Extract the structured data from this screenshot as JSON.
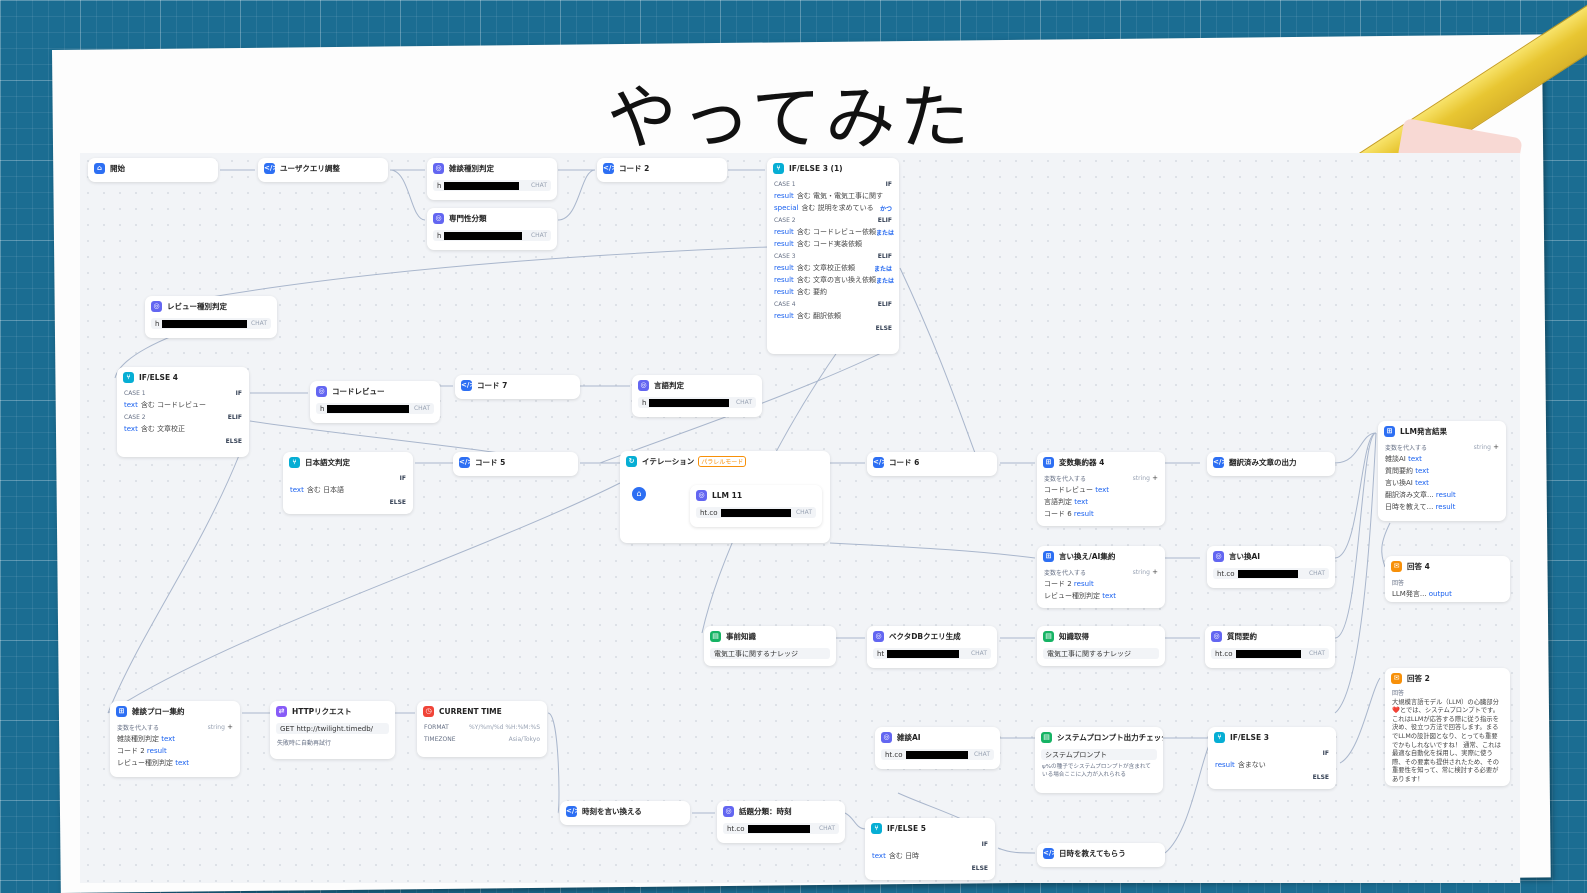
{
  "title": "やってみた",
  "redacted": "■",
  "nodes": {
    "start": {
      "label": "開始"
    },
    "userq": {
      "label": "ユーザクエリ調整"
    },
    "classify": {
      "label": "雑談種別判定",
      "prefix": "h",
      "tag": "CHAT"
    },
    "expert": {
      "label": "専門性分類",
      "prefix": "h",
      "tag": "CHAT"
    },
    "code2": {
      "label": "コード 2"
    },
    "ifelse31": {
      "label": "IF/ELSE 3 (1)",
      "case1": "CASE 1",
      "if": "IF",
      "r1": "result",
      "op": "含む",
      "r1v": "電気・電気工事に関す",
      "and": "かつ",
      "r2": "special",
      "r2v": "説明を求めている",
      "case2": "CASE 2",
      "elif": "ELIF",
      "r3v": "コードレビュー依頼",
      "or": "または",
      "r4v": "コード実装依頼",
      "case3": "CASE 3",
      "r5v": "文章校正依頼",
      "r6v": "文章の言い換え依頼",
      "r7v": "要約",
      "case4": "CASE 4",
      "r8v": "翻訳依頼",
      "else": "ELSE"
    },
    "review": {
      "label": "レビュー種別判定",
      "prefix": "h",
      "tag": "CHAT"
    },
    "ifelse4": {
      "label": "IF/ELSE 4",
      "case1": "CASE 1",
      "if": "IF",
      "v1": "text",
      "op": "含む",
      "c1": "コードレビュー",
      "case2": "CASE 2",
      "elif": "ELIF",
      "c2": "文章校正",
      "else": "ELSE"
    },
    "codereview": {
      "label": "コードレビュー",
      "prefix": "h",
      "tag": "CHAT"
    },
    "code7": {
      "label": "コード 7"
    },
    "lang": {
      "label": "言語判定",
      "prefix": "h",
      "tag": "CHAT"
    },
    "jpjudge": {
      "label": "日本語文判定",
      "if": "IF",
      "v": "text",
      "op": "含む",
      "c": "日本語",
      "else": "ELSE"
    },
    "code5": {
      "label": "コード 5"
    },
    "iter": {
      "label": "イテレーション",
      "badge": "パラレルモード"
    },
    "llm11": {
      "label": "LLM 11",
      "prefix": "ht.co",
      "tag": "CHAT"
    },
    "code6": {
      "label": "コード 6"
    },
    "agg4": {
      "label": "変数集約器 4",
      "caption": "変数を代入する",
      "type": "string",
      "plus": "+",
      "i1": "コードレビュー",
      "i2": "言語判定",
      "i3": "コード 6",
      "v": "text",
      "vr": "result"
    },
    "translated": {
      "label": "翻訳済み文章の出力"
    },
    "llmresult": {
      "label": "LLM発言結果",
      "caption": "変数を代入する",
      "type": "string",
      "plus": "+",
      "i1": "雑談AI",
      "i2": "質問要約",
      "i3": "言い換AI",
      "i4": "翻訳済み文章...",
      "i5": "日時を教えて...",
      "v": "text",
      "vr": "result"
    },
    "rephraseagg": {
      "label": "言い換え/AI集約",
      "caption": "変数を代入する",
      "type": "string",
      "plus": "+",
      "i1": "コード 2",
      "i2": "レビュー種別判定",
      "vr": "result",
      "v": "text"
    },
    "rephraseai": {
      "label": "言い換AI",
      "prefix": "ht.co",
      "tag": "CHAT"
    },
    "answer4": {
      "label": "回答 4",
      "caption": "回答",
      "v1": "LLM発言...",
      "v2": "output"
    },
    "knowledge": {
      "label": "事前知識",
      "pill": "電気工事に関するナレッジ"
    },
    "vectordb": {
      "label": "ベクタDBクエリ生成",
      "prefix": "ht",
      "tag": "CHAT"
    },
    "kget": {
      "label": "知識取得",
      "pill": "電気工事に関するナレッジ"
    },
    "qsummary": {
      "label": "質問要約",
      "prefix": "ht.co",
      "tag": "CHAT"
    },
    "answer2": {
      "label": "回答 2",
      "caption": "回答",
      "text": "大規模言語モデル（LLM）の心臓部分❤️とでは、システムプロンプトです。これはLLMが応答する際に従う指示を決め、役立つ方法で回答します。まるでLLMの設計図となり、とっても重要でかもしれないですね！ 通常、これは最適な自動化を採用し、実際に使う際、その要素も提供されたため、その重要性を知って、常に検討する必要があります！"
    },
    "agg1": {
      "label": "雑談プロー集約",
      "caption": "変数を代入する",
      "type": "string",
      "plus": "+",
      "i1": "雑談種別判定",
      "i2": "コード 2",
      "i3": "レビュー種別判定",
      "v": "text",
      "vr": "result"
    },
    "http": {
      "label": "HTTPリクエスト",
      "method": "GET",
      "url": "http://twilight.timedb/",
      "retry": "失敗時に自動再試行"
    },
    "curtime": {
      "label": "CURRENT TIME",
      "k1": "FORMAT",
      "v1": "%Y/%m/%d %H:%M:%S",
      "k2": "TIMEZONE",
      "v2": "Asia/Tokyo"
    },
    "chatai": {
      "label": "雑談AI",
      "prefix": "ht.co",
      "tag": "CHAT"
    },
    "sysprompt": {
      "label": "システムプロンプト出力チェック",
      "pill": "システムプロンプト",
      "note": "ψ%の種子でシステムプロンプトが含まれている場合ここに入力が入れられる"
    },
    "ifelse3": {
      "label": "IF/ELSE 3",
      "if": "IF",
      "v": "result",
      "op": "含まない",
      "else": "ELSE"
    },
    "tconv": {
      "label": "時刻を言い換える"
    },
    "topic": {
      "label": "話題分類：時刻",
      "prefix": "ht.co",
      "tag": "CHAT"
    },
    "ifelse5": {
      "label": "IF/ELSE 5",
      "if": "IF",
      "v": "text",
      "op": "含む",
      "c": "日時",
      "else": "ELSE"
    },
    "tellday": {
      "label": "日時を教えてもらう"
    }
  }
}
